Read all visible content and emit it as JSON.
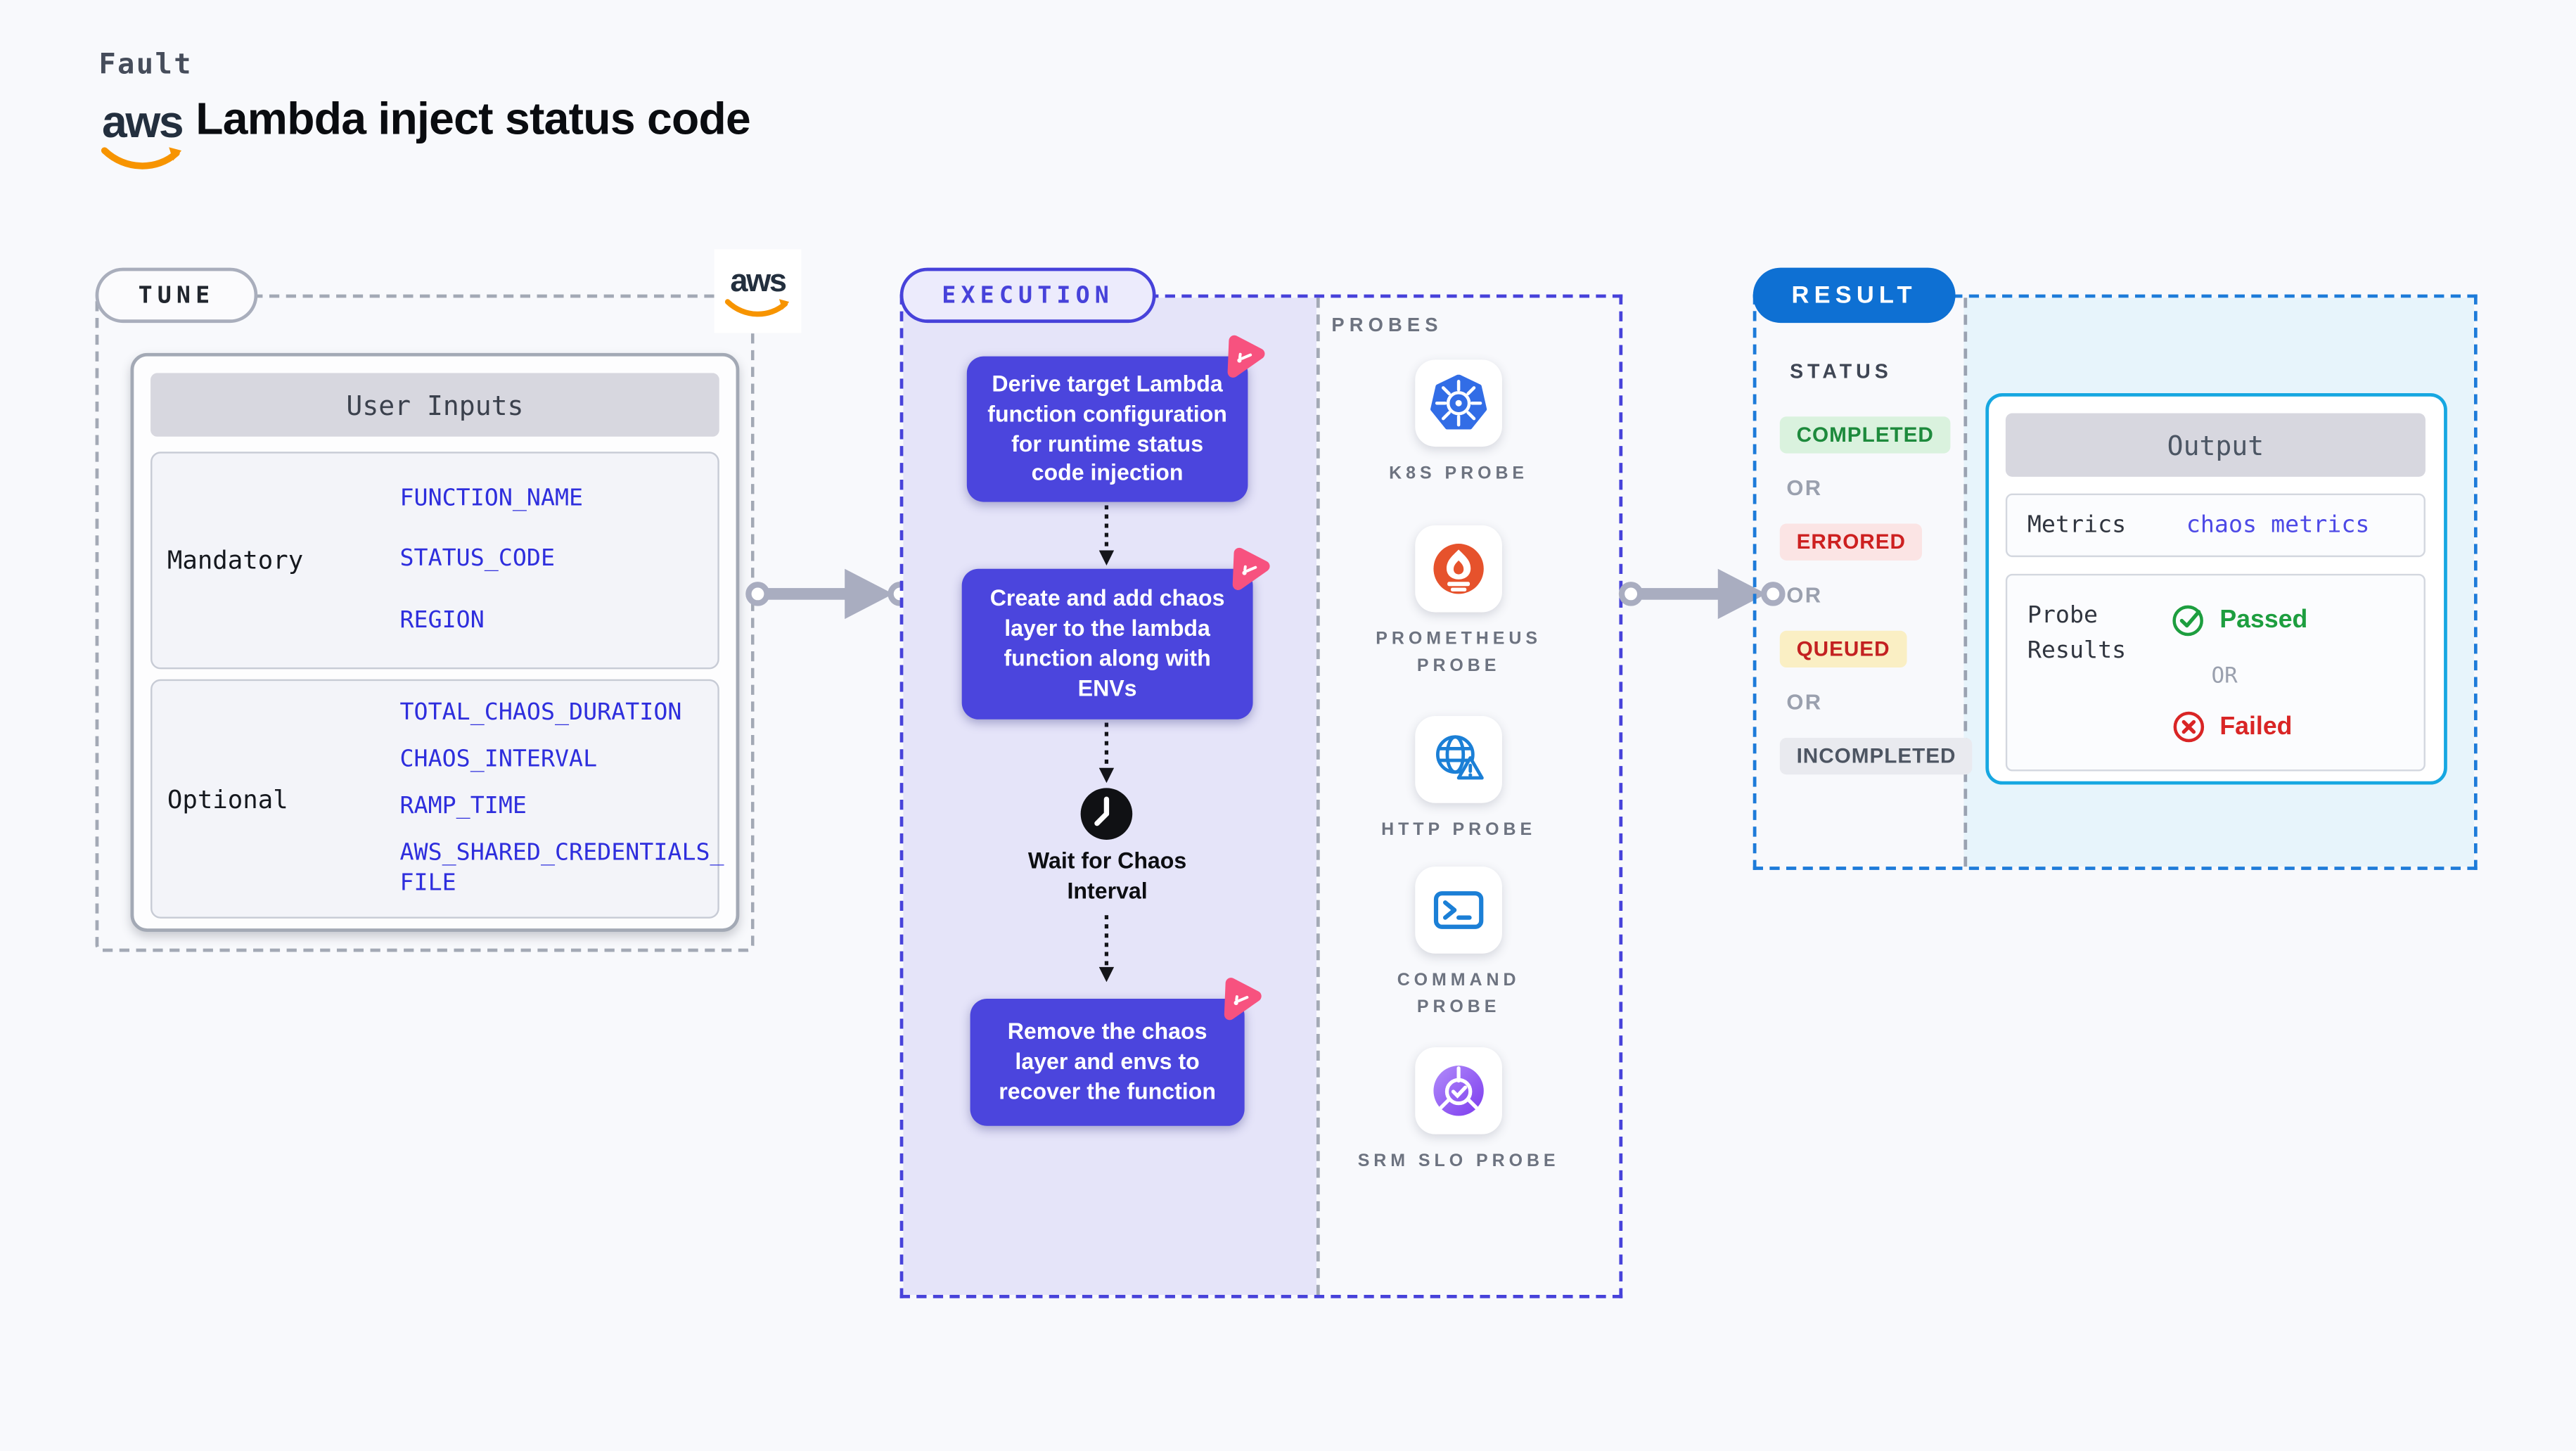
{
  "header": {
    "kicker": "Fault",
    "title": "Lambda inject status code",
    "aws_logo_text": "aws"
  },
  "tune": {
    "pill": "TUNE",
    "table_title": "User Inputs",
    "rows": [
      {
        "label": "Mandatory",
        "values": [
          "FUNCTION_NAME",
          "STATUS_CODE",
          "REGION"
        ]
      },
      {
        "label": "Optional",
        "values": [
          "TOTAL_CHAOS_DURATION",
          "CHAOS_INTERVAL",
          "RAMP_TIME",
          "AWS_SHARED_CREDENTIALS_FILE"
        ]
      }
    ]
  },
  "execution": {
    "pill": "EXECUTION",
    "steps": [
      "Derive target Lambda function configuration for runtime status code injection",
      "Create and add chaos layer to the lambda function along with ENVs",
      "Remove the chaos layer and envs to recover the function"
    ],
    "wait_label": "Wait for Chaos Interval",
    "probes": {
      "title": "PROBES",
      "items": [
        {
          "label": "K8S PROBE",
          "icon": "kubernetes-wheel-icon"
        },
        {
          "label": "PROMETHEUS PROBE",
          "icon": "prometheus-flame-icon"
        },
        {
          "label": "HTTP PROBE",
          "icon": "globe-warning-icon"
        },
        {
          "label": "COMMAND PROBE",
          "icon": "terminal-icon"
        },
        {
          "label": "SRM SLO PROBE",
          "icon": "srm-gauge-check-icon"
        }
      ]
    }
  },
  "result": {
    "pill": "RESULT",
    "status": {
      "title": "STATUS",
      "separator": "OR",
      "badges": [
        {
          "label": "COMPLETED",
          "type": "completed"
        },
        {
          "label": "ERRORED",
          "type": "errored"
        },
        {
          "label": "QUEUED",
          "type": "queued"
        },
        {
          "label": "INCOMPLETED",
          "type": "incompleted"
        }
      ]
    },
    "output": {
      "title": "Output",
      "metrics_label": "Metrics",
      "metrics_value": "chaos metrics",
      "probe_results_label": "Probe Results",
      "passed_label": "Passed",
      "failed_label": "Failed",
      "separator": "OR"
    }
  },
  "colors": {
    "page_bg": "#f8f9fc",
    "indigo": "#4742da",
    "step_bg": "#4b45dd",
    "exec_fill": "#e5e4f9",
    "pink_logo": "#f7527f",
    "result_blue": "#0e70d3",
    "cyan_border": "#16a7e1",
    "cyan_fill": "#e7f4fb",
    "env_blue": "#2e2edd",
    "green": "#1d9e3f",
    "red": "#d92525",
    "arrow_gray": "#a9adc0",
    "aws_orange": "#f79400"
  }
}
